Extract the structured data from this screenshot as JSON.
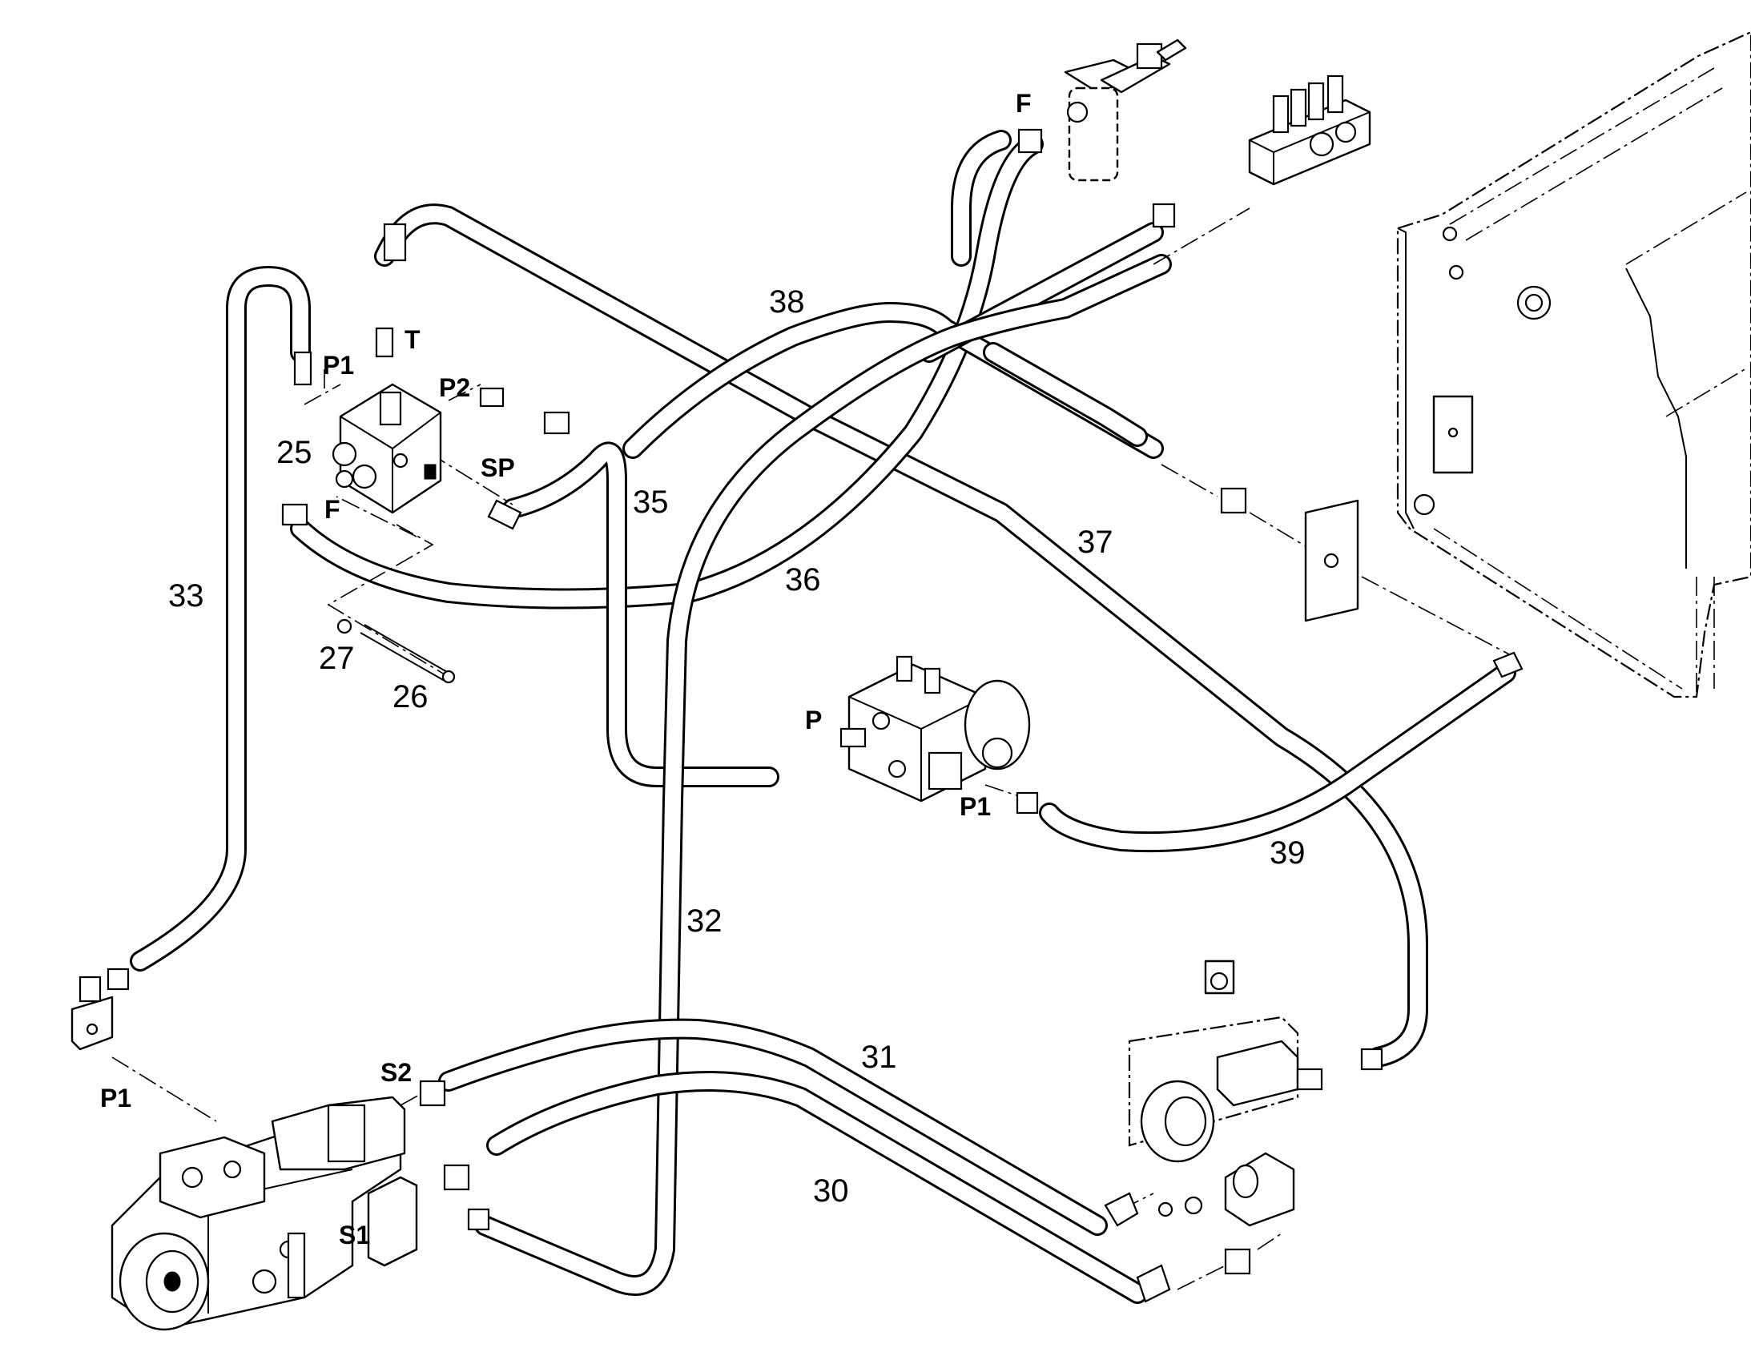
{
  "callouts": {
    "n25": "25",
    "n26": "26",
    "n27": "27",
    "n30": "30",
    "n31": "31",
    "n32": "32",
    "n33": "33",
    "n35": "35",
    "n36": "36",
    "n37": "37",
    "n38": "38",
    "n39": "39"
  },
  "ports": {
    "p1_valve": "P1",
    "t_valve": "T",
    "p2_valve": "P2",
    "sp_valve": "SP",
    "f_valve": "F",
    "f_filter": "F",
    "p_brake": "P",
    "p1_brake": "P1",
    "s2_pump": "S2",
    "s1_pump": "S1",
    "p1_pump": "P1"
  }
}
